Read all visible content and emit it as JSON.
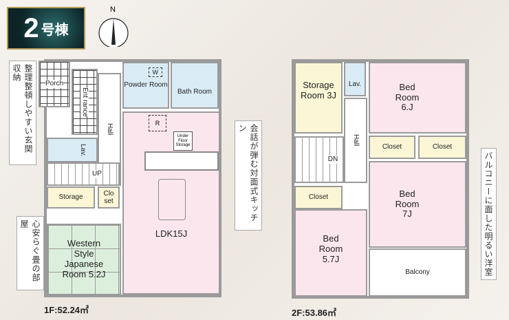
{
  "badge": {
    "number": "2",
    "suffix": "号棟"
  },
  "compass": {
    "label": "N"
  },
  "floor1": {
    "area": "1F:52.24㎡",
    "rooms": {
      "porch": "Porch",
      "entrance": "Ent rance",
      "hall": "Hall",
      "powder": "Powder Room",
      "bath": "Bath Room",
      "lav": "Lav.",
      "up": "UP",
      "storage": "Storage",
      "closet": "Clo set",
      "japanese": "Western Style Japanese Room 5.2J",
      "ldk": "LDK15J",
      "under_floor": "Under Floor Storage",
      "w": "W",
      "r": "R"
    }
  },
  "floor2": {
    "area": "2F:53.86㎡",
    "rooms": {
      "storage": "Storage Room 3J",
      "lav": "Lav.",
      "hall": "Hall",
      "dn": "DN",
      "bed6": "Bed Room 6.J",
      "closet_a": "Closet",
      "closet_b": "Closet",
      "bed7": "Bed Room 7J",
      "closet_c": "Closet",
      "bed57": "Bed Room 5.7J",
      "balcony": "Balcony"
    }
  },
  "callouts": {
    "entrance_storage": "整理整頓しやすい玄関収納",
    "tatami": "心安らぐ畳の部屋",
    "kitchen": "会話が弾む対面式キッチン",
    "balcony_room": "バルコニーに面した明るい洋室"
  }
}
